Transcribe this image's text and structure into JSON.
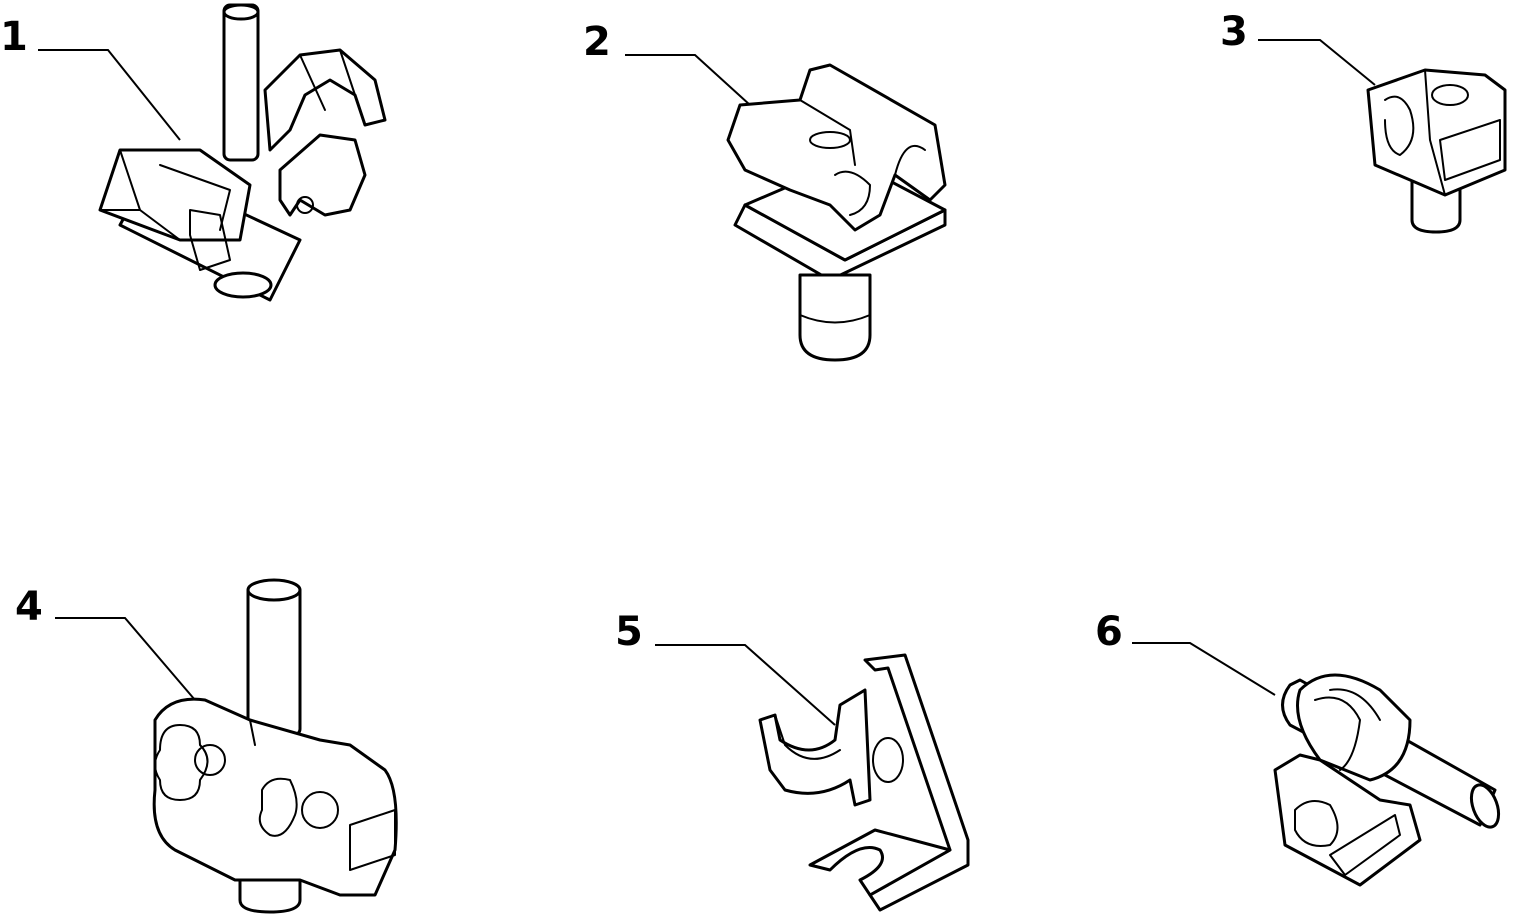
{
  "diagram": {
    "parts": [
      {
        "callout": "1",
        "description_icon": "double-pipe-clip-with-stud-icon"
      },
      {
        "callout": "2",
        "description_icon": "single-pipe-clip-push-fastener-icon"
      },
      {
        "callout": "3",
        "description_icon": "small-pipe-clip-icon"
      },
      {
        "callout": "4",
        "description_icon": "twin-pipe-clip-with-pin-icon"
      },
      {
        "callout": "5",
        "description_icon": "bent-bracket-clip-icon"
      },
      {
        "callout": "6",
        "description_icon": "clip-with-bushing-pin-icon"
      }
    ]
  }
}
